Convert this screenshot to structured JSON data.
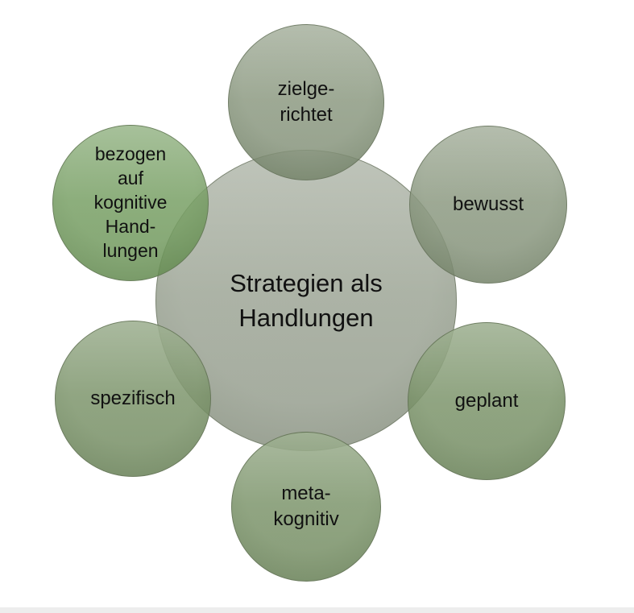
{
  "diagram": {
    "center_label": "Strategien als\nHandlungen",
    "nodes": [
      {
        "id": "zielgerichtet",
        "label": "zielge-\nrichtet"
      },
      {
        "id": "bewusst",
        "label": "bewusst"
      },
      {
        "id": "geplant",
        "label": "geplant"
      },
      {
        "id": "metakognitiv",
        "label": "meta-\nkognitiv"
      },
      {
        "id": "spezifisch",
        "label": "spezifisch"
      },
      {
        "id": "bezogen-auf-kognitive-handlungen",
        "label": "bezogen\nauf\nkognitive\nHand-\nlungen"
      }
    ]
  },
  "colors": {
    "page-bg": "#ffffff",
    "text-color": "#111111",
    "circle-stroke": "rgba(90,100,78,0.55)",
    "center-fill": "rgba(147,156,139,0.8)",
    "center-edge": "rgba(124,134,115,0.8)",
    "node-fill": "rgba(136,150,125,0.85)",
    "node-edge": "rgba(110,126,98,0.85)",
    "green-fill": "rgba(120,145,102,0.85)",
    "green-edge": "rgba(98,124,80,0.85)",
    "bright-fill": "rgba(115,156,95,0.85)",
    "bright-edge": "rgba(94,134,74,0.85)",
    "footer-strip": "#ededed"
  }
}
